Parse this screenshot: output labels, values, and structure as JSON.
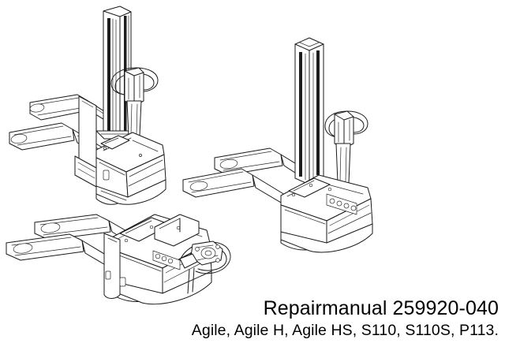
{
  "document": {
    "type": "repair-manual-cover",
    "background_color": "#ffffff",
    "line_color": "#1a1a1a"
  },
  "title_block": {
    "main_title": "Repairmanual 259920-040",
    "subtitle": "Agile, Agile H, Agile HS, S110, S110S, P113.",
    "alignment": "right"
  },
  "illustrations": [
    {
      "id": "machine-top-left",
      "name": "electric-pallet-stacker-with-mast",
      "view": "isometric-front-left",
      "features": [
        "vertical-mast",
        "tiller-arm",
        "butterfly-tiller-head",
        "twin-forks",
        "load-rollers",
        "drive-unit-housing",
        "battery-compartment"
      ]
    },
    {
      "id": "machine-right",
      "name": "electric-pallet-stacker-with-mast",
      "view": "isometric-front-right",
      "features": [
        "vertical-mast",
        "tiller-arm",
        "butterfly-tiller-head",
        "twin-forks",
        "control-panel-buttons",
        "drive-unit-housing"
      ]
    },
    {
      "id": "machine-bottom-left",
      "name": "electric-pallet-truck-low-lift",
      "view": "isometric-front-right-low",
      "features": [
        "twin-forks",
        "tiller-head",
        "control-panel-buttons",
        "drive-unit-housing",
        "battery-compartment"
      ]
    }
  ]
}
